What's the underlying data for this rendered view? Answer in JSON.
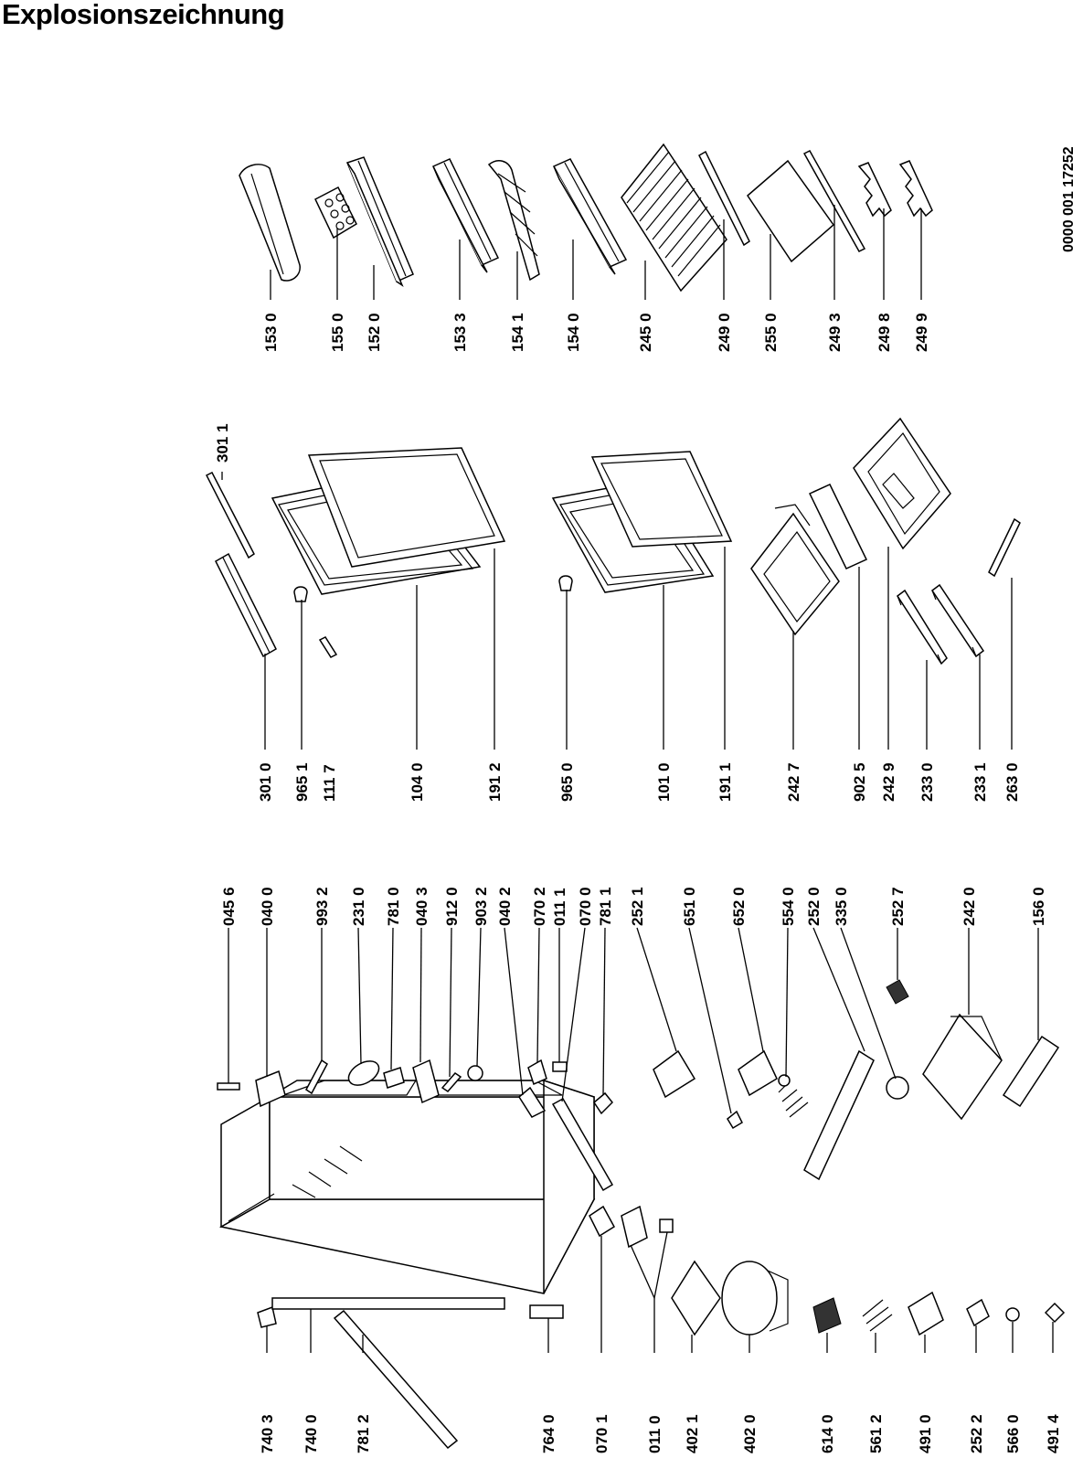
{
  "title": "Explosionszeichnung",
  "document_number": "0000 001 17252",
  "colors": {
    "ink": "#000000",
    "paper": "#ffffff"
  },
  "labels": {
    "l1530": "153 0",
    "l1550": "155 0",
    "l1520": "152 0",
    "l1533": "153 3",
    "l1541": "154 1",
    "l1540": "154 0",
    "l2450": "245 0",
    "l2490": "249 0",
    "l2550": "255 0",
    "l2493": "249 3",
    "l2498": "249 8",
    "l2499": "249 9",
    "l3011": "301 1",
    "l3010": "301 0",
    "l9651": "965 1",
    "l1117": "111 7",
    "l1040": "104 0",
    "l1912": "191 2",
    "l9650": "965 0",
    "l1010": "101 0",
    "l1911": "191 1",
    "l2427": "242 7",
    "l9025": "902 5",
    "l2429": "242 9",
    "l2330": "233 0",
    "l2331": "233 1",
    "l2630": "263 0",
    "l0456": "045 6",
    "l0400": "040 0",
    "l9932": "993 2",
    "l2310": "231 0",
    "l7810": "781 0",
    "l0403": "040 3",
    "l9120": "912 0",
    "l9032": "903 2",
    "l0402": "040 2",
    "l0702": "070 2",
    "l0111": "011 1",
    "l0700": "070 0",
    "l7811": "781 1",
    "l2521": "252 1",
    "l6510": "651 0",
    "l6520": "652 0",
    "l5540": "554 0",
    "l2520": "252 0",
    "l3350": "335 0",
    "l2527": "252 7",
    "l2420": "242 0",
    "l1560": "156 0",
    "l7403": "740 3",
    "l7400": "740 0",
    "l7812": "781 2",
    "l7640": "764 0",
    "l0701": "070 1",
    "l0110": "011 0",
    "l4021": "402 1",
    "l4020": "402 0",
    "l6140": "614 0",
    "l5612": "561 2",
    "l4910": "491 0",
    "l2522": "252 2",
    "l5660": "566 0",
    "l4914": "491 4"
  }
}
